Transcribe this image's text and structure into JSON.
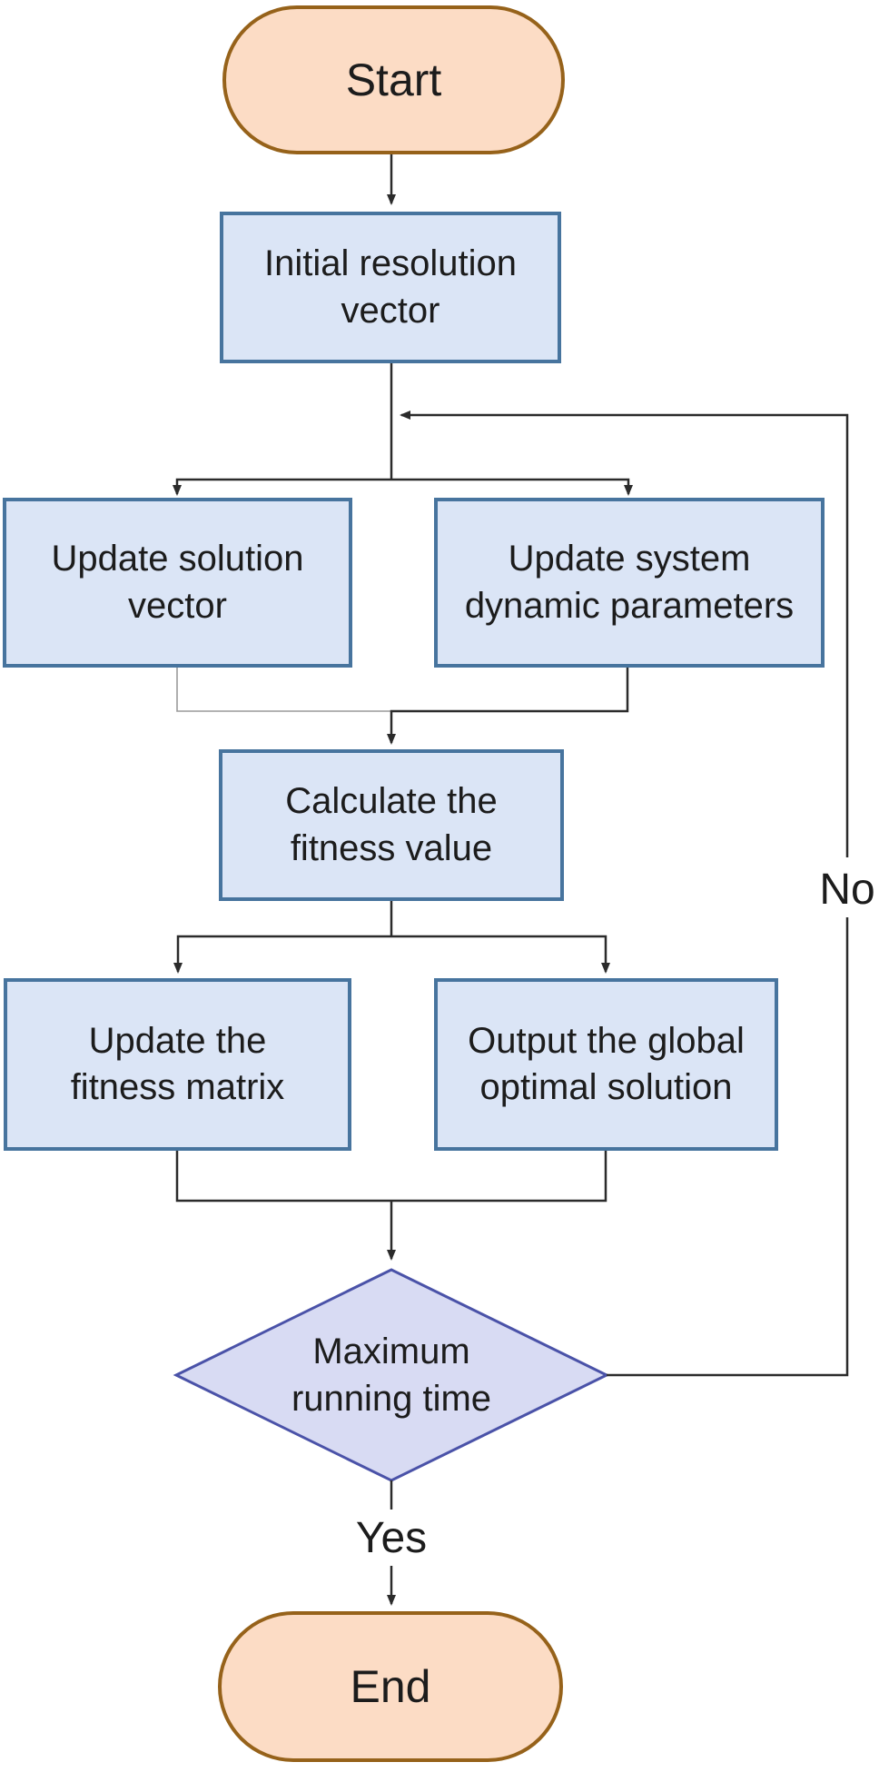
{
  "diagram": {
    "type": "flowchart",
    "nodes": {
      "start": {
        "shape": "terminator",
        "label": "Start"
      },
      "initial": {
        "shape": "process",
        "label": "Initial resolution\nvector"
      },
      "update_solution": {
        "shape": "process",
        "label": "Update solution\nvector"
      },
      "update_system": {
        "shape": "process",
        "label": "Update system\ndynamic parameters"
      },
      "calculate": {
        "shape": "process",
        "label": "Calculate the\nfitness value"
      },
      "update_fitness": {
        "shape": "process",
        "label": "Update the\nfitness matrix"
      },
      "output_global": {
        "shape": "process",
        "label": "Output the global\noptimal solution"
      },
      "decision": {
        "shape": "decision",
        "label": "Maximum\nrunning time"
      },
      "end": {
        "shape": "terminator",
        "label": "End"
      }
    },
    "edges": {
      "yes_label": "Yes",
      "no_label": "No",
      "list": [
        {
          "from": "start",
          "to": "initial"
        },
        {
          "from": "initial",
          "to": "update_solution"
        },
        {
          "from": "initial",
          "to": "update_system"
        },
        {
          "from": "update_solution",
          "to": "calculate"
        },
        {
          "from": "update_system",
          "to": "calculate"
        },
        {
          "from": "calculate",
          "to": "update_fitness"
        },
        {
          "from": "calculate",
          "to": "output_global"
        },
        {
          "from": "update_fitness",
          "to": "decision"
        },
        {
          "from": "output_global",
          "to": "decision"
        },
        {
          "from": "decision",
          "to": "end",
          "label": "Yes"
        },
        {
          "from": "decision",
          "to": "initial",
          "label": "No",
          "style": "loop-back-right"
        }
      ]
    },
    "colors": {
      "terminator-fill": "#fcdcc5",
      "terminator-border": "#96621a",
      "process-fill": "#dbe5f6",
      "process-border": "#47749e",
      "decision-fill": "#d8dbf3",
      "decision-border": "#4a52a8",
      "connector": "#2b2b2b",
      "connector-light": "#9a9a9a",
      "text": "#1c1c1c"
    }
  }
}
